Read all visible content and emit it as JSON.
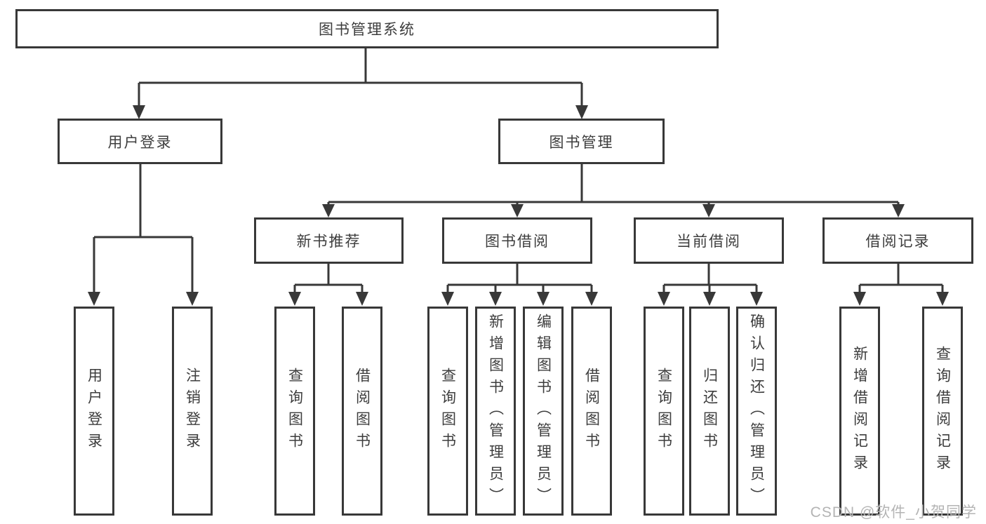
{
  "diagram": {
    "nodes": {
      "root": "图书管理系统",
      "user_login": "用户登录",
      "book_management": "图书管理",
      "new_book_recommend": "新书推荐",
      "book_borrow": "图书借阅",
      "current_borrow": "当前借阅",
      "borrow_records": "借阅记录",
      "leaf_user_login": "用户登录",
      "leaf_logout": "注销登录",
      "leaf_rec_query_book": "查询图书",
      "leaf_rec_borrow_book": "借阅图书",
      "leaf_bor_query_book": "查询图书",
      "leaf_bor_add_book": "新增图书（管理员）",
      "leaf_bor_edit_book": "编辑图书（管理员）",
      "leaf_bor_borrow_book": "借阅图书",
      "leaf_cur_query_book": "查询图书",
      "leaf_cur_return_book": "归还图书",
      "leaf_cur_confirm_return": "确认归还（管理员）",
      "leaf_log_add_record": "新增借阅记录",
      "leaf_log_query_record": "查询借阅记录"
    },
    "colors": {
      "line": "#383838",
      "text": "#3d3d3d",
      "watermark": "#b4b4b4"
    }
  },
  "watermark": {
    "text": "CSDN @软件_小贺同学"
  }
}
